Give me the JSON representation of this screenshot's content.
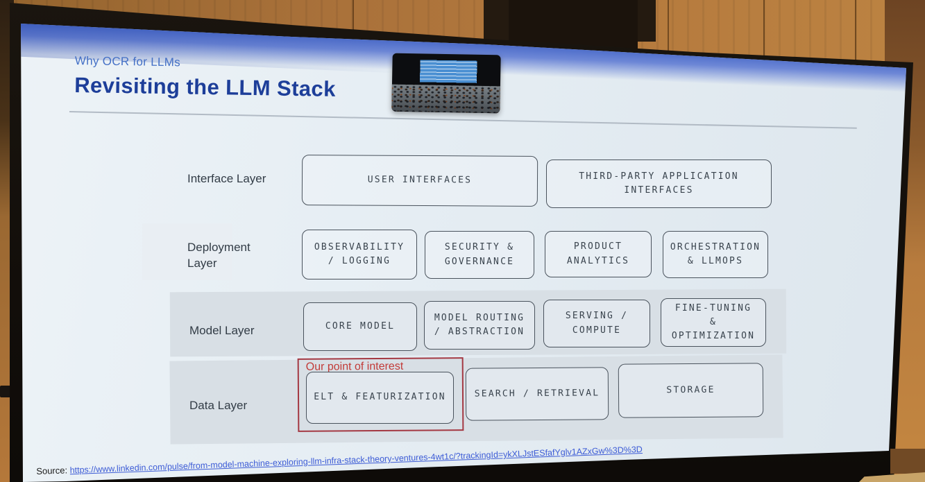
{
  "slide": {
    "kicker": "Why OCR for LLMs",
    "title": "Revisiting the LLM Stack",
    "annotation": {
      "label": "Our point of interest"
    },
    "layers": [
      {
        "label": "Interface Layer",
        "boxes": [
          "USER INTERFACES",
          "THIRD-PARTY APPLICATION INTERFACES"
        ]
      },
      {
        "label": "Deployment Layer",
        "boxes": [
          "OBSERVABILITY / LOGGING",
          "SECURITY & GOVERNANCE",
          "PRODUCT ANALYTICS",
          "ORCHESTRATION & LLMOPS"
        ]
      },
      {
        "label": "Model Layer",
        "boxes": [
          "CORE MODEL",
          "MODEL ROUTING / ABSTRACTION",
          "SERVING / COMPUTE",
          "FINE-TUNING & OPTIMIZATION"
        ]
      },
      {
        "label": "Data Layer",
        "boxes": [
          "ELT & FEATURIZATION",
          "SEARCH / RETRIEVAL",
          "STORAGE"
        ]
      }
    ],
    "source": {
      "label": "Source:",
      "url": "https://www.linkedin.com/pulse/from-model-machine-exploring-llm-infra-stack-theory-ventures-4wt1c/?trackingId=ykXLJstESfafYglv1AZxGw%3D%3D"
    }
  },
  "colors": {
    "accent_red": "#a43842",
    "title_blue": "#1d3e99",
    "kicker_blue": "#4470c6",
    "link_blue": "#3d5cd6",
    "slide_bg": "#e4ecf2",
    "wood": "#b07a3c"
  }
}
